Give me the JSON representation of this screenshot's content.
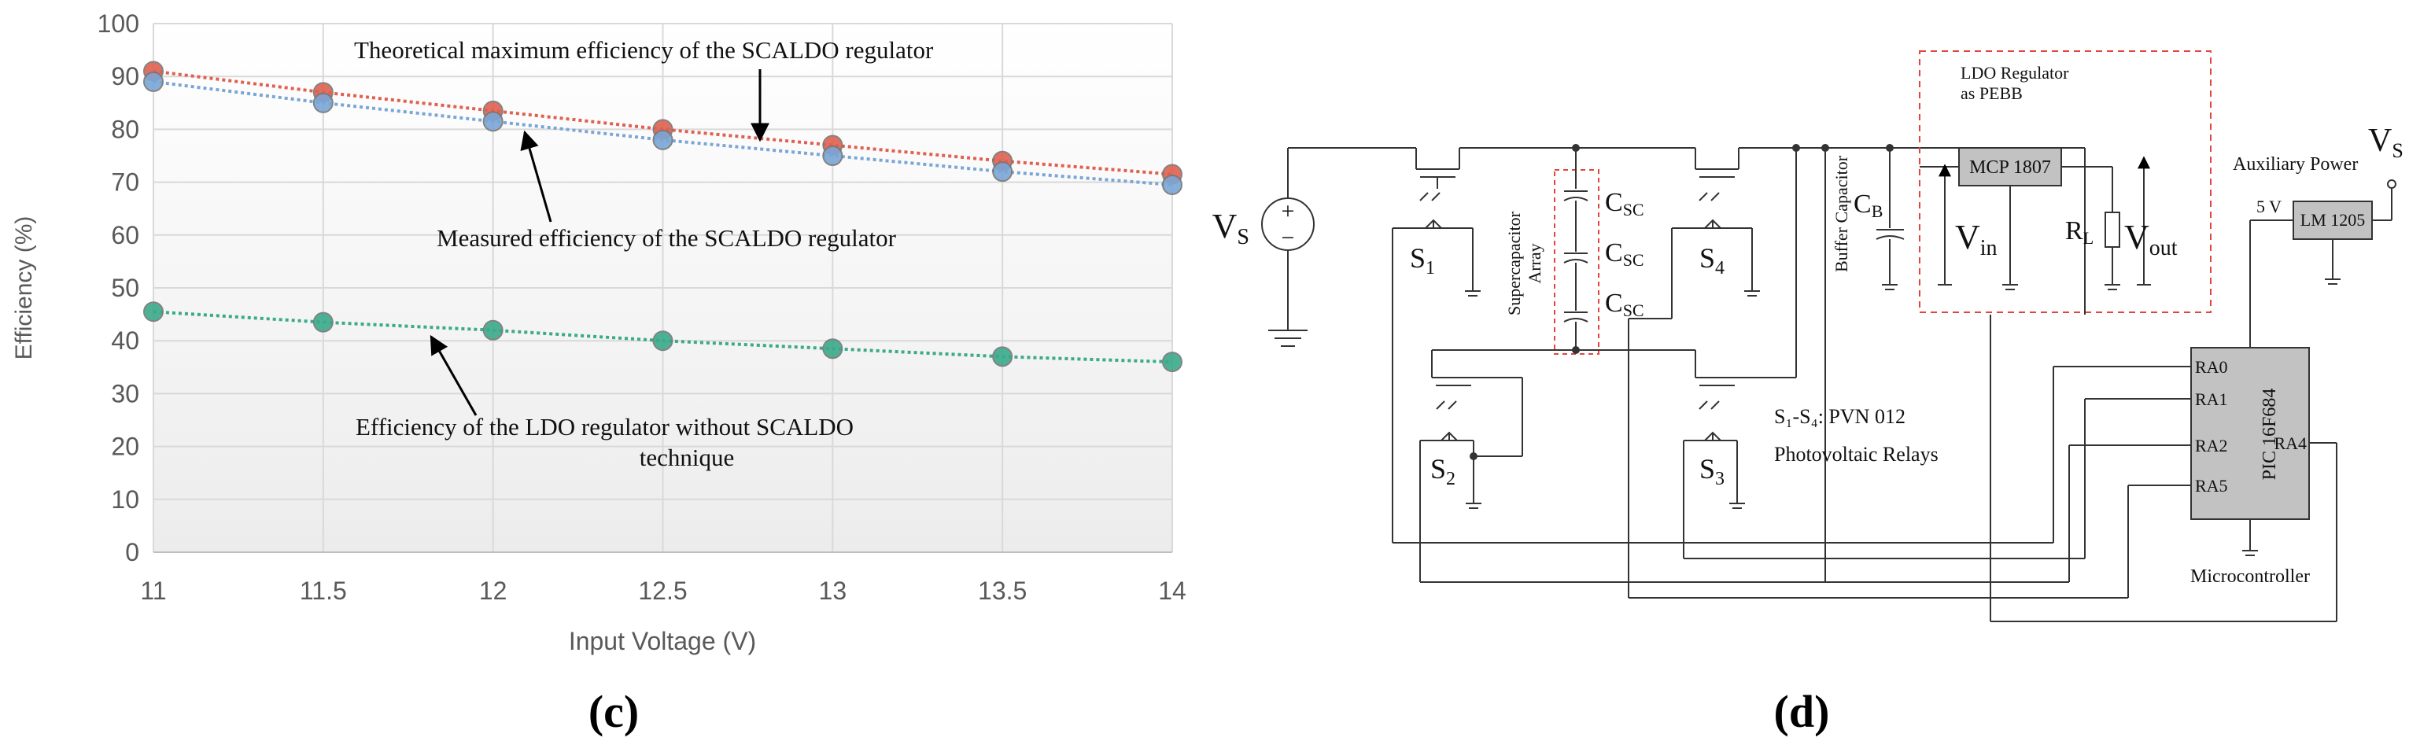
{
  "chart_data": {
    "type": "line",
    "x": [
      11,
      11.5,
      12,
      12.5,
      13,
      13.5,
      14
    ],
    "xlabel": "Input Voltage (V)",
    "ylabel": "Efficiency (%)",
    "xlim": [
      11,
      14
    ],
    "ylim": [
      0,
      100
    ],
    "yticks": [
      0,
      10,
      20,
      30,
      40,
      50,
      60,
      70,
      80,
      90,
      100
    ],
    "xticks": [
      "11",
      "11.5",
      "12",
      "12.5",
      "13",
      "13.5",
      "14"
    ],
    "grid": true,
    "series": [
      {
        "values": [
          91,
          87,
          83.5,
          80,
          77,
          74,
          71.5
        ],
        "color": "#e06050"
      },
      {
        "values": [
          89,
          85,
          81.5,
          78,
          75,
          72,
          69.5
        ],
        "color": "#7aa6d6"
      },
      {
        "values": [
          45.5,
          43.5,
          42,
          40,
          38.5,
          37,
          36
        ],
        "color": "#3aaa8a"
      }
    ],
    "annotations": [
      "Theoretical maximum efficiency of the SCALDO regulator",
      "Measured efficiency of the SCALDO regulator",
      "Efficiency of the LDO regulator without SCALDO",
      "technique"
    ]
  },
  "panels": {
    "left_label": "(c)",
    "right_label": "(d)"
  },
  "circuit": {
    "vs_left": "V",
    "vs_left_sub": "S",
    "plus": "+",
    "minus": "−",
    "s1": "S",
    "s1_sub": "1",
    "s2": "S",
    "s2_sub": "2",
    "s3": "S",
    "s3_sub": "3",
    "s4": "S",
    "s4_sub": "4",
    "supercap_line1": "Supercapacitor",
    "supercap_line2": "Array",
    "csc1": "C",
    "csc1_sub": "SC",
    "csc2": "C",
    "csc2_sub": "SC",
    "csc3": "C",
    "csc3_sub": "SC",
    "buffer_cap": "Buffer Capacitor",
    "cb": "C",
    "cb_sub": "B",
    "ldo_line1": "LDO Regulator",
    "ldo_line2": "as PEBB",
    "mcp": "MCP 1807",
    "vin": "V",
    "vin_sub": "in",
    "rl": "R",
    "rl_sub": "L",
    "vout": "V",
    "vout_sub": "out",
    "aux_power": "Auxiliary Power",
    "vs_right": "V",
    "vs_right_sub": "S",
    "five_v": "5 V",
    "lm": "LM 1205",
    "relay_line1": "S₁-S₄: PVN 012",
    "relay_line2": "Photovoltaic Relays",
    "pic": "PIC 16F684",
    "ra0": "RA0",
    "ra1": "RA1",
    "ra2": "RA2",
    "ra5": "RA5",
    "ra4": "RA4",
    "microcontroller": "Microcontroller"
  }
}
